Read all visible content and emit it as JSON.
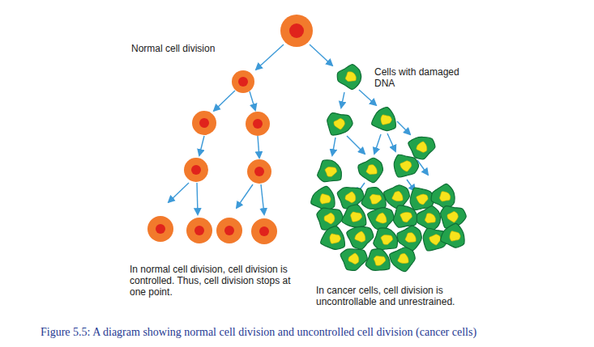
{
  "diagram": {
    "caption": "Figure 5.5: A diagram showing normal cell division and uncontrolled cell division (cancer cells)",
    "labels": [
      "Normal cell division",
      "Cells with damaged DNA",
      "In normal cell division, cell division is controlled. Thus, cell division stops at one point.",
      "In cancer cells, cell division is uncontrollable and unrestrained."
    ]
  }
}
